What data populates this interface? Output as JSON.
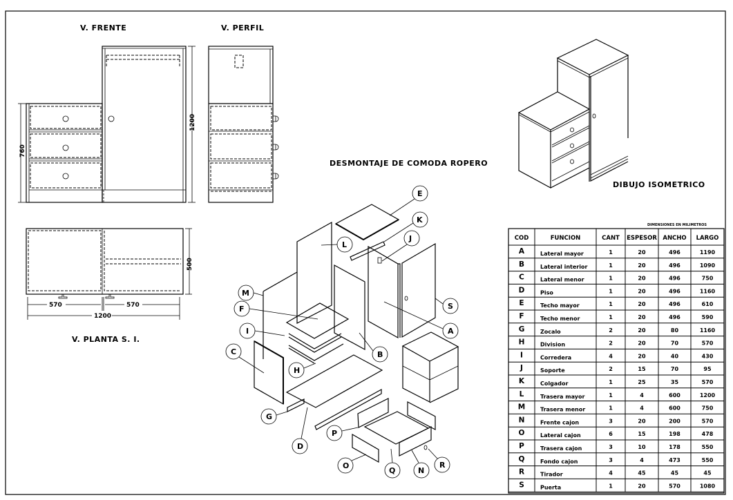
{
  "titles": {
    "front_view": "V. FRENTE",
    "profile_view": "V. PERFIL",
    "plan_view": "V. PLANTA S. I.",
    "exploded_view": "DESMONTAJE DE COMODA ROPERO",
    "isometric_view": "DIBUJO ISOMETRICO"
  },
  "dimensions": {
    "front_height_small": "760",
    "front_height_total": "1200",
    "plan_depth": "500",
    "plan_width_left": "570",
    "plan_width_right": "570",
    "plan_width_total": "1200"
  },
  "exploded_labels": [
    "A",
    "B",
    "C",
    "D",
    "E",
    "F",
    "G",
    "H",
    "I",
    "J",
    "K",
    "L",
    "M",
    "N",
    "O",
    "P",
    "Q",
    "R",
    "S"
  ],
  "table": {
    "note": "DIMENSIONES EN MILIMETROS",
    "headers": [
      "COD",
      "FUNCION",
      "CANT",
      "ESPESOR",
      "ANCHO",
      "LARGO"
    ],
    "rows": [
      [
        "A",
        "Lateral mayor",
        "1",
        "20",
        "496",
        "1190"
      ],
      [
        "B",
        "Lateral interior",
        "1",
        "20",
        "496",
        "1090"
      ],
      [
        "C",
        "Lateral menor",
        "1",
        "20",
        "496",
        "750"
      ],
      [
        "D",
        "Piso",
        "1",
        "20",
        "496",
        "1160"
      ],
      [
        "E",
        "Techo mayor",
        "1",
        "20",
        "496",
        "610"
      ],
      [
        "F",
        "Techo menor",
        "1",
        "20",
        "496",
        "590"
      ],
      [
        "G",
        "Zocalo",
        "2",
        "20",
        "80",
        "1160"
      ],
      [
        "H",
        "Division",
        "2",
        "20",
        "70",
        "570"
      ],
      [
        "I",
        "Corredera",
        "4",
        "20",
        "40",
        "430"
      ],
      [
        "J",
        "Soporte",
        "2",
        "15",
        "70",
        "95"
      ],
      [
        "K",
        "Colgador",
        "1",
        "25",
        "35",
        "570"
      ],
      [
        "L",
        "Trasera mayor",
        "1",
        "4",
        "600",
        "1200"
      ],
      [
        "M",
        "Trasera menor",
        "1",
        "4",
        "600",
        "750"
      ],
      [
        "N",
        "Frente cajon",
        "3",
        "20",
        "200",
        "570"
      ],
      [
        "O",
        "Lateral cajon",
        "6",
        "15",
        "198",
        "478"
      ],
      [
        "P",
        "Trasera cajon",
        "3",
        "10",
        "178",
        "550"
      ],
      [
        "Q",
        "Fondo cajon",
        "3",
        "4",
        "473",
        "550"
      ],
      [
        "R",
        "Tirador",
        "4",
        "45",
        "45",
        "45"
      ],
      [
        "S",
        "Puerta",
        "1",
        "20",
        "570",
        "1080"
      ]
    ]
  }
}
